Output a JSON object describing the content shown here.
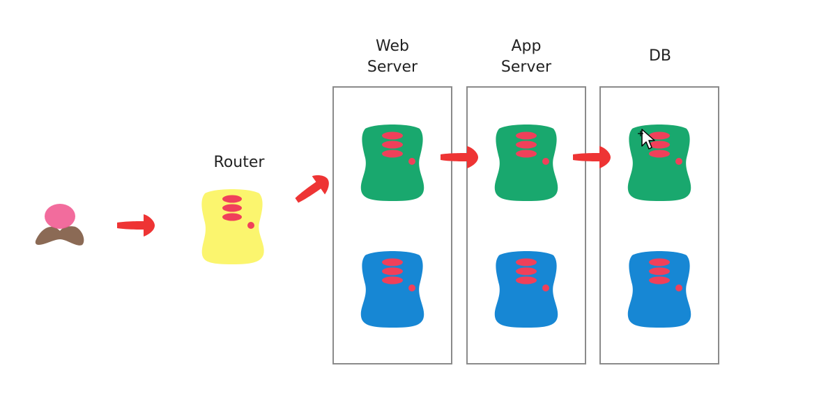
{
  "labels": {
    "router": "Router",
    "web": "Web\nServer",
    "app": "App\nServer",
    "db": "DB"
  },
  "colors": {
    "user_head": "#f0588f",
    "user_body": "#8b6a55",
    "router": "#fbf56e",
    "server_top": "#19a86e",
    "server_bottom": "#1787d4",
    "server_buttons": "#f0405a",
    "arrow": "#ee3434",
    "box_border": "#8a8a8a"
  },
  "icons": [
    "user-icon",
    "router-icon",
    "server-icon",
    "arrow-icon",
    "mouse-cursor-icon"
  ]
}
